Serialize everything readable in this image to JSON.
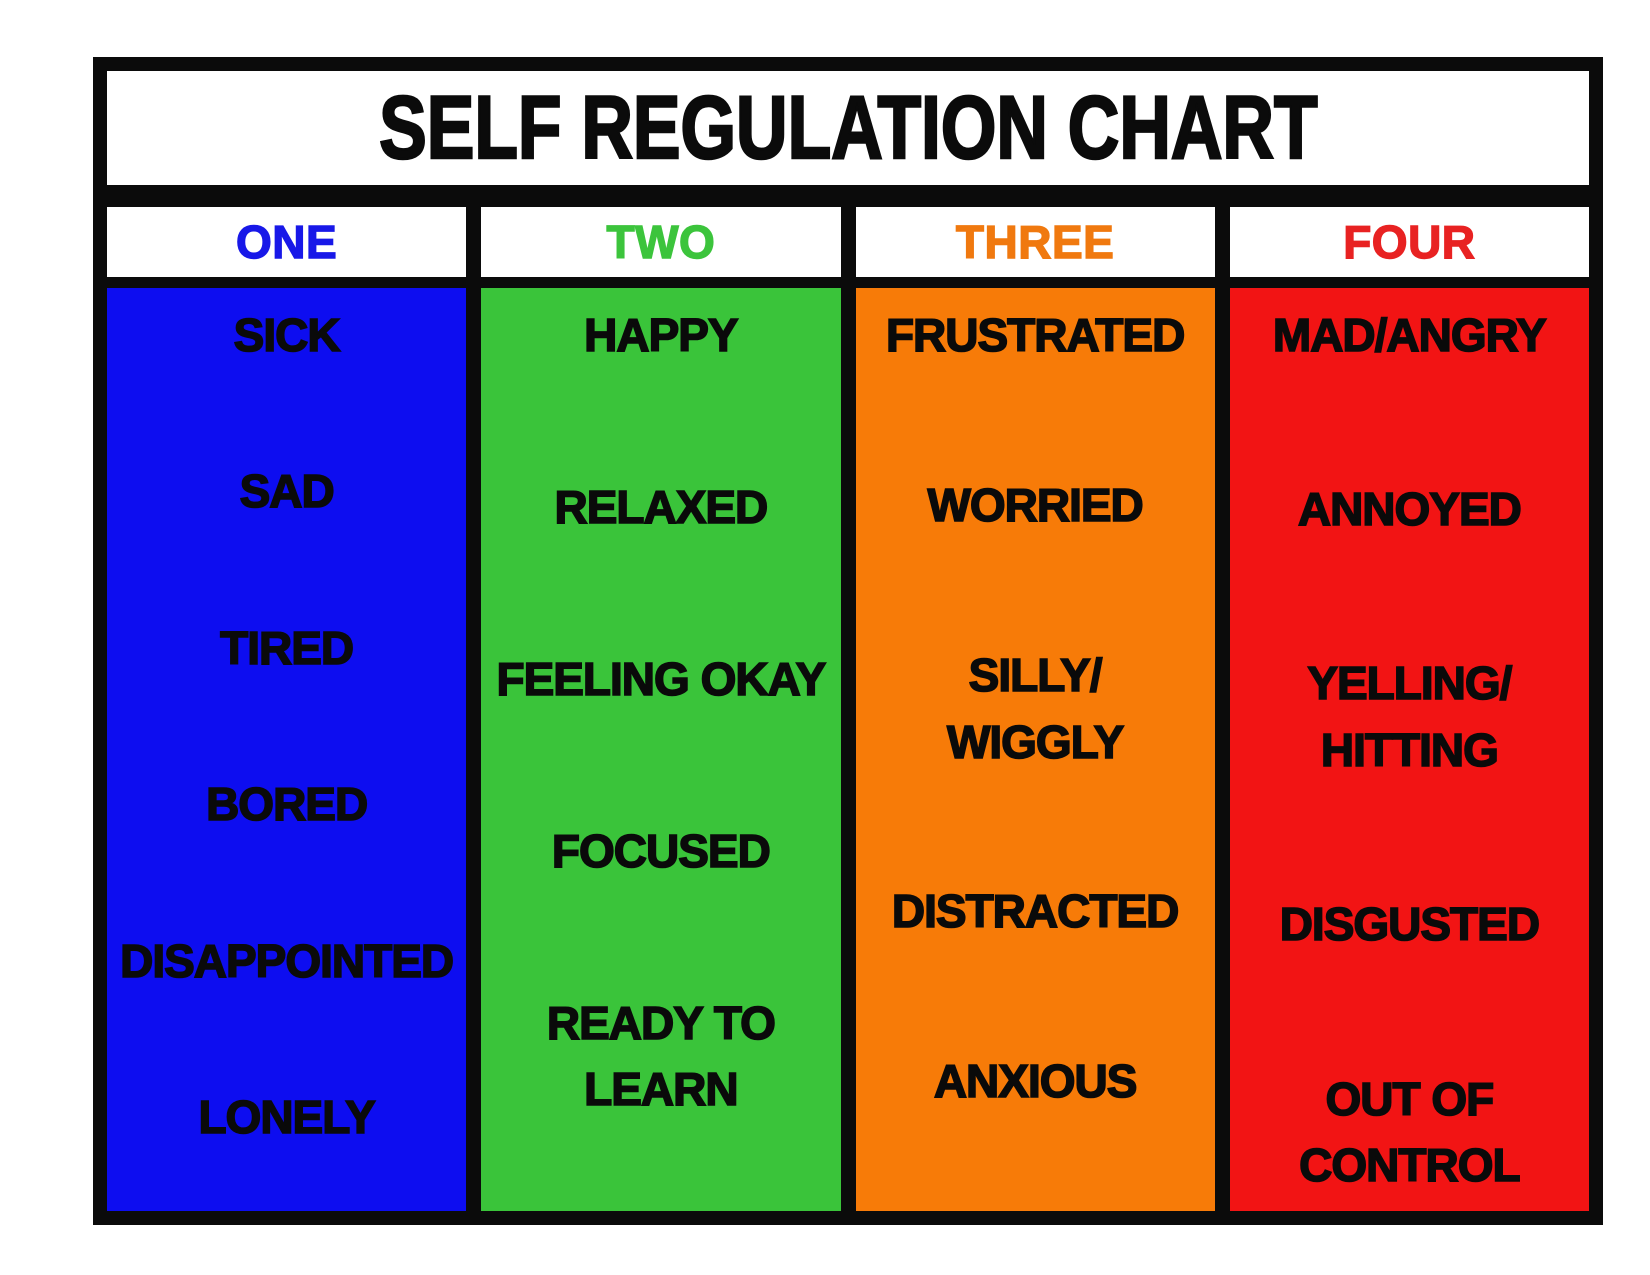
{
  "chart": {
    "title": "SELF REGULATION CHART",
    "ink_color": "#0b0b0b",
    "columns": [
      {
        "label": "ONE",
        "label_color": "#1818e8",
        "fill": "#0d0df0",
        "items": [
          "SICK",
          "SAD",
          "TIRED",
          "BORED",
          "DISAPPOINTED",
          "LONELY"
        ]
      },
      {
        "label": "TWO",
        "label_color": "#3cc43c",
        "fill": "#3ac43a",
        "items": [
          "HAPPY",
          "RELAXED",
          "FEELING OKAY",
          "FOCUSED",
          "READY TO\nLEARN"
        ]
      },
      {
        "label": "THREE",
        "label_color": "#f0790f",
        "fill": "#f77b08",
        "items": [
          "FRUSTRATED",
          "WORRIED",
          "SILLY/\nWIGGLY",
          "DISTRACTED",
          "ANXIOUS"
        ]
      },
      {
        "label": "FOUR",
        "label_color": "#e82222",
        "fill": "#f21414",
        "items": [
          "MAD/ANGRY",
          "ANNOYED",
          "YELLING/\nHITTING",
          "DISGUSTED",
          "OUT OF\nCONTROL"
        ]
      }
    ]
  }
}
